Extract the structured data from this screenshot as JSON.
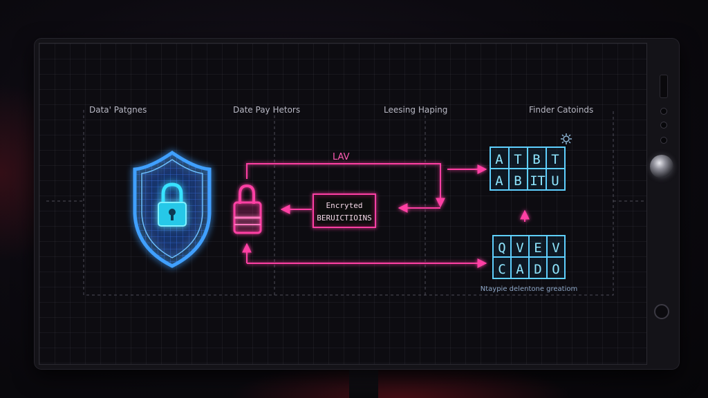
{
  "columns": [
    "Data' Patgnes",
    "Date Pay Hetors",
    "Leesing Haping",
    "Finder Catoinds"
  ],
  "flow_label": "LAV",
  "center_box": {
    "line1": "Encryted",
    "line2": "BERUICTIOINS"
  },
  "grid_top": {
    "row1": [
      "A",
      "T",
      "B",
      "T"
    ],
    "row2": [
      "A",
      "B",
      "I",
      "T",
      "U"
    ]
  },
  "grid_bottom": {
    "row1": [
      "Q",
      "V",
      "E",
      "V"
    ],
    "row2": [
      "C",
      "A",
      "D",
      "O"
    ]
  },
  "grid_caption": "Ntaypie delentone greatiom",
  "colors": {
    "shield": "#3fa0ff",
    "padlock_teal": "#39e3ff",
    "flow_pink": "#ff3fa4",
    "grid_cyan": "#5fd0ff"
  }
}
